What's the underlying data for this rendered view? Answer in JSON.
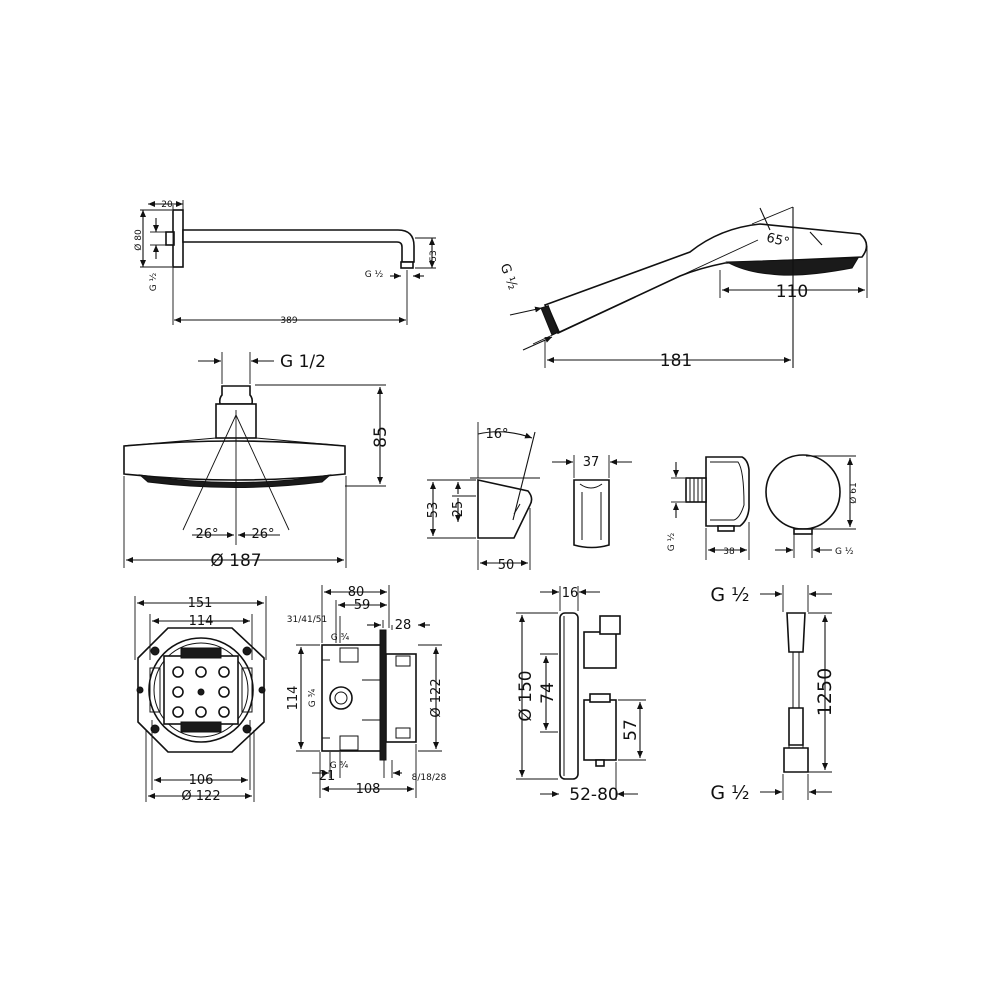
{
  "shower_arm": {
    "d_20": "20",
    "d_80": "Ø 80",
    "d_thread_wall": "G ½",
    "d_53": "53",
    "d_thread_outlet": "G ½",
    "d_389": "389"
  },
  "hand_shower": {
    "d_thread": "G ½",
    "d_angle": "65°",
    "d_110": "110",
    "d_181": "181"
  },
  "overhead_shower": {
    "d_thread": "G 1/2",
    "d_85": "85",
    "d_angle_left": "26°",
    "d_angle_right": "26°",
    "d_diameter": "Ø 187"
  },
  "holder": {
    "d_angle": "16°",
    "d_53": "53",
    "d_25": "25",
    "d_50": "50",
    "d_37": "37"
  },
  "wall_outlet": {
    "d_thread_left": "G ½",
    "d_38": "38",
    "d_61": "Ø 61",
    "d_thread_bottom": "G ½"
  },
  "basic_set_front": {
    "d_151": "151",
    "d_114": "114",
    "d_106": "106",
    "d_122": "Ø 122"
  },
  "basic_set_side": {
    "d_80": "80",
    "d_59": "59",
    "d_31_41_51": "31/41/51",
    "d_g34_top": "G ¾",
    "d_28": "28",
    "d_114": "114",
    "d_g34_mid": "G ¾",
    "d_122": "Ø 122",
    "d_g34_bottom": "G ¾",
    "d_21": "21",
    "d_8_18_28": "8/18/28",
    "d_108": "108"
  },
  "thermostat": {
    "d_16": "16",
    "d_150": "Ø 150",
    "d_74": "74",
    "d_57": "57",
    "d_52_80": "52-80"
  },
  "hose": {
    "d_thread_top": "G ½",
    "d_1250": "1250",
    "d_thread_bottom": "G ½"
  }
}
